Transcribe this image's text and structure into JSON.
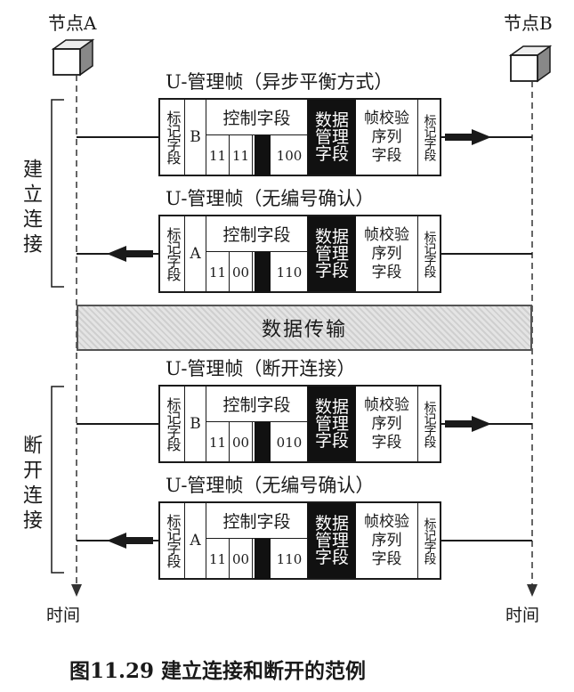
{
  "nodes": {
    "a": "节点A",
    "b": "节点B"
  },
  "time_label": "时间",
  "phases": {
    "connect": "建立连接",
    "disconnect": "断开连接"
  },
  "data_transfer": "数据传输",
  "caption": "图11.29  建立连接和断开的范例",
  "field_labels": {
    "flag": "标记字段",
    "control": "控制字段",
    "data": [
      "数据",
      "管理",
      "字段"
    ],
    "fcs": [
      "帧校验",
      "序列",
      "字段"
    ]
  },
  "frames": [
    {
      "title": "U-管理帧（异步平衡方式）",
      "address": "B",
      "bits": [
        "11",
        "11",
        "100"
      ],
      "direction": "A-to-B"
    },
    {
      "title": "U-管理帧（无编号确认）",
      "address": "A",
      "bits": [
        "11",
        "00",
        "110"
      ],
      "direction": "B-to-A"
    },
    {
      "title": "U-管理帧（断开连接）",
      "address": "B",
      "bits": [
        "11",
        "00",
        "010"
      ],
      "direction": "A-to-B"
    },
    {
      "title": "U-管理帧（无编号确认）",
      "address": "A",
      "bits": [
        "11",
        "00",
        "110"
      ],
      "direction": "B-to-A"
    }
  ]
}
